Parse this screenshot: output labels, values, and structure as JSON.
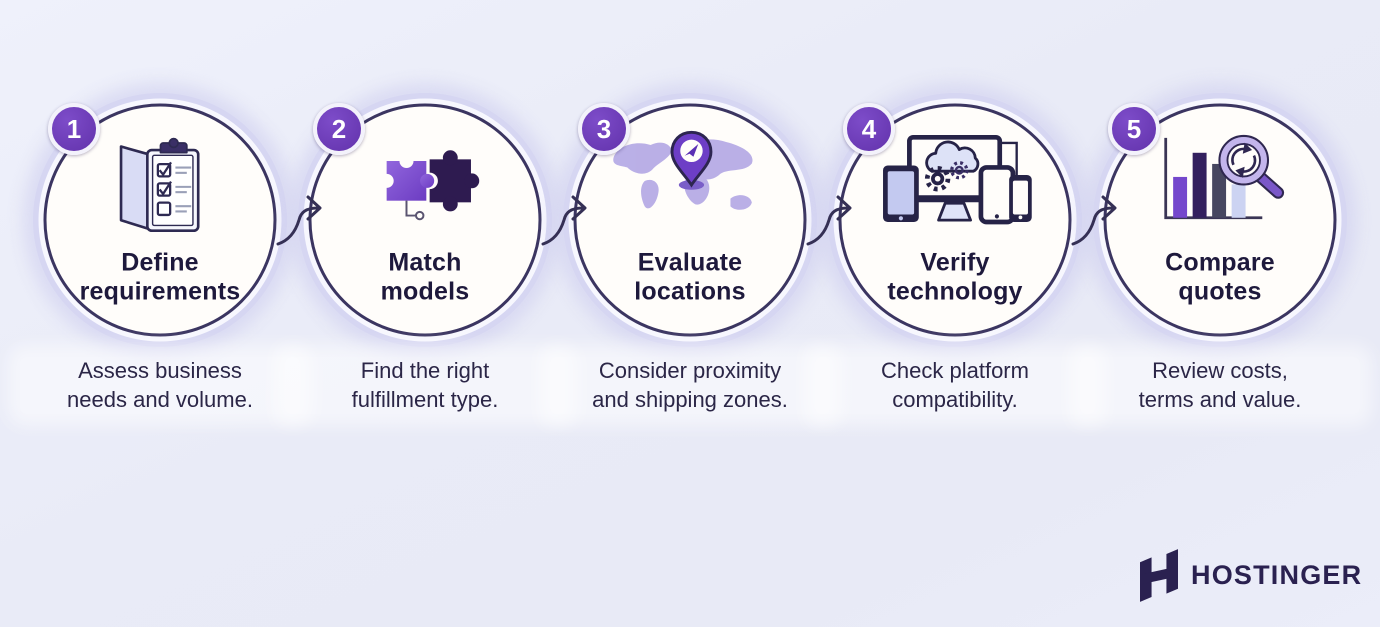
{
  "steps": [
    {
      "number": "1",
      "icon": "clipboard-checklist",
      "title_line1": "Define",
      "title_line2": "requirements",
      "desc_line1": "Assess business",
      "desc_line2": "needs and volume."
    },
    {
      "number": "2",
      "icon": "puzzle-pieces",
      "title_line1": "Match",
      "title_line2": "models",
      "desc_line1": "Find the right",
      "desc_line2": "fulfillment type."
    },
    {
      "number": "3",
      "icon": "world-map-location-pin",
      "title_line1": "Evaluate",
      "title_line2": "locations",
      "desc_line1": "Consider proximity",
      "desc_line2": "and shipping zones."
    },
    {
      "number": "4",
      "icon": "devices-cloud-gears",
      "title_line1": "Verify",
      "title_line2": "technology",
      "desc_line1": "Check platform",
      "desc_line2": "compatibility."
    },
    {
      "number": "5",
      "icon": "bar-chart-magnifier",
      "title_line1": "Compare",
      "title_line2": "quotes",
      "desc_line1": "Review costs,",
      "desc_line2": "terms and value."
    }
  ],
  "brand": {
    "name": "HOSTINGER"
  },
  "colors": {
    "background": "#EAECF8",
    "accent_purple": "#6C3BB8",
    "dark_navy": "#2A2150",
    "circle_border": "#3B3561",
    "halo": "#D6D6F2",
    "title_text": "#1E193C",
    "description_text": "#2B2647"
  }
}
